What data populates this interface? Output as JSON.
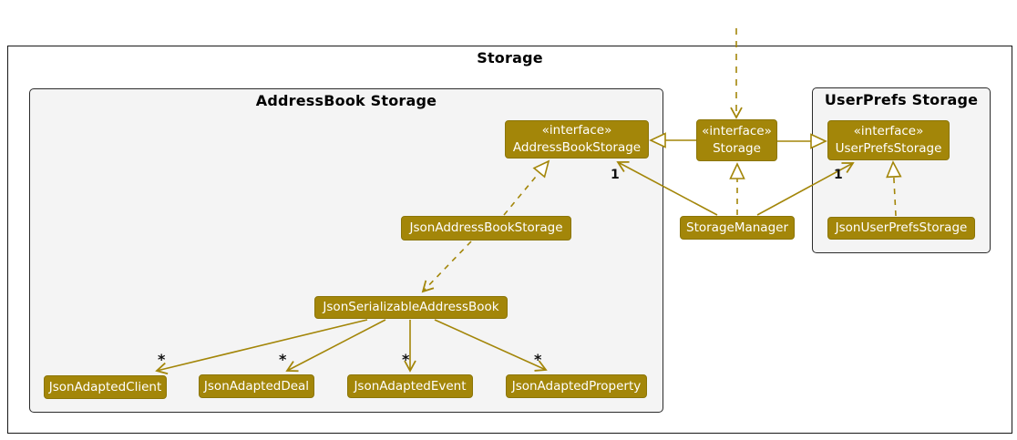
{
  "diagram": {
    "outer_frame": {
      "title": "Storage"
    },
    "frames": {
      "addressbook": {
        "title": "AddressBook Storage"
      },
      "userprefs": {
        "title": "UserPrefs Storage"
      }
    },
    "nodes": {
      "address_book_storage": {
        "stereotype": "«interface»",
        "name": "AddressBookStorage"
      },
      "storage": {
        "stereotype": "«interface»",
        "name": "Storage"
      },
      "user_prefs_storage": {
        "stereotype": "«interface»",
        "name": "UserPrefsStorage"
      },
      "json_address_book_storage": {
        "name": "JsonAddressBookStorage"
      },
      "storage_manager": {
        "name": "StorageManager"
      },
      "json_user_prefs_storage": {
        "name": "JsonUserPrefsStorage"
      },
      "json_serializable_address_book": {
        "name": "JsonSerializableAddressBook"
      },
      "json_adapted_client": {
        "name": "JsonAdaptedClient"
      },
      "json_adapted_deal": {
        "name": "JsonAdaptedDeal"
      },
      "json_adapted_event": {
        "name": "JsonAdaptedEvent"
      },
      "json_adapted_property": {
        "name": "JsonAdaptedProperty"
      }
    },
    "multiplicities": {
      "manager_to_addressbook": "1",
      "manager_to_userprefs": "1",
      "serializable_to_client": "*",
      "serializable_to_deal": "*",
      "serializable_to_event": "*",
      "serializable_to_property": "*"
    }
  },
  "colors": {
    "node_fill": "#A38609",
    "node_border": "#8B7507",
    "node_text": "#FFFFFF",
    "arrow": "#A38609",
    "frame_bg": "#F4F4F4",
    "frame_border": "#2B2B2B",
    "outer_border": "#181818",
    "label_text": "#111111"
  }
}
